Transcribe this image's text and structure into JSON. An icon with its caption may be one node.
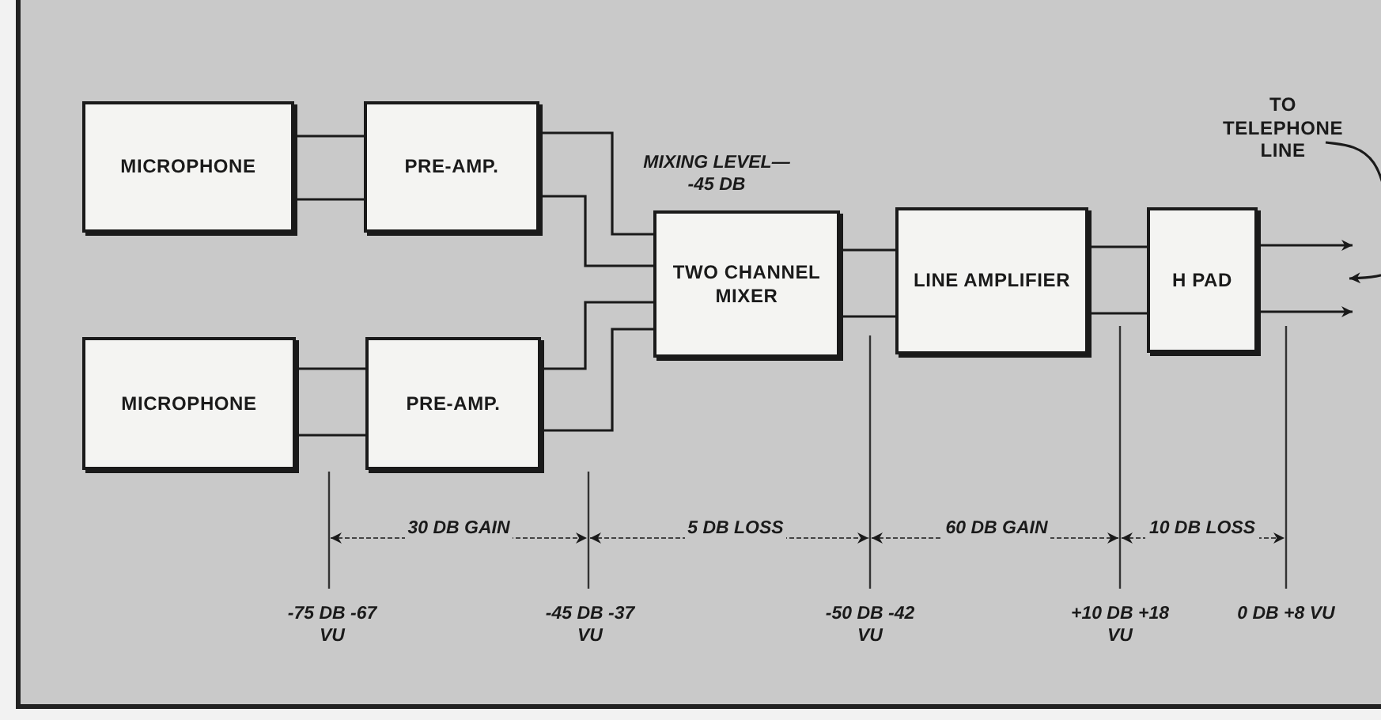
{
  "diagram": {
    "nodes": [
      {
        "text": [
          "MICROPHONE"
        ]
      },
      {
        "text": [
          "PRE-AMP."
        ]
      },
      {
        "text": [
          "MICROPHONE"
        ]
      },
      {
        "text": [
          "PRE-AMP."
        ]
      },
      {
        "text": [
          "TWO CHANNEL MIXER"
        ],
        "beside": [
          "MIXING LEVEL— -45 DB"
        ]
      },
      {
        "text": [
          "LINE AMPLIFIER"
        ]
      },
      {
        "text": [
          "H PAD"
        ]
      },
      {
        "text": [
          "TO TELEPHONE LINE"
        ]
      }
    ],
    "edges": [
      {
        "from": 0,
        "to": 1,
        "arrow": "none"
      },
      {
        "from": 0,
        "to": 1,
        "arrow": "none"
      },
      {
        "from": 1,
        "to": 4,
        "arrow": "none"
      },
      {
        "from": 1,
        "to": 4,
        "arrow": "none"
      },
      {
        "from": 2,
        "to": 3,
        "arrow": "none"
      },
      {
        "from": 2,
        "to": 3,
        "arrow": "none"
      },
      {
        "from": 3,
        "to": 4,
        "arrow": "none"
      },
      {
        "from": 3,
        "to": 4,
        "arrow": "none"
      },
      {
        "from": 4,
        "to": 5,
        "arrow": "none"
      },
      {
        "from": 4,
        "to": 5,
        "arrow": "none"
      },
      {
        "from": 5,
        "to": 6,
        "arrow": "none"
      },
      {
        "from": 5,
        "to": 6,
        "arrow": "none"
      },
      {
        "from": 6,
        "to": null,
        "arrow": "to"
      },
      {
        "from": 6,
        "to": null,
        "arrow": "to"
      },
      {
        "from": 7,
        "to": null,
        "arrow": "to"
      }
    ],
    "labels": [
      "30 DB GAIN",
      "5 DB LOSS",
      "60 DB GAIN",
      "10 DB LOSS",
      "-75 DB -67 VU",
      "-45 DB -37 VU",
      "-50 DB -42 VU",
      "+10 DB +18 VU",
      "0 DB +8 VU"
    ]
  }
}
